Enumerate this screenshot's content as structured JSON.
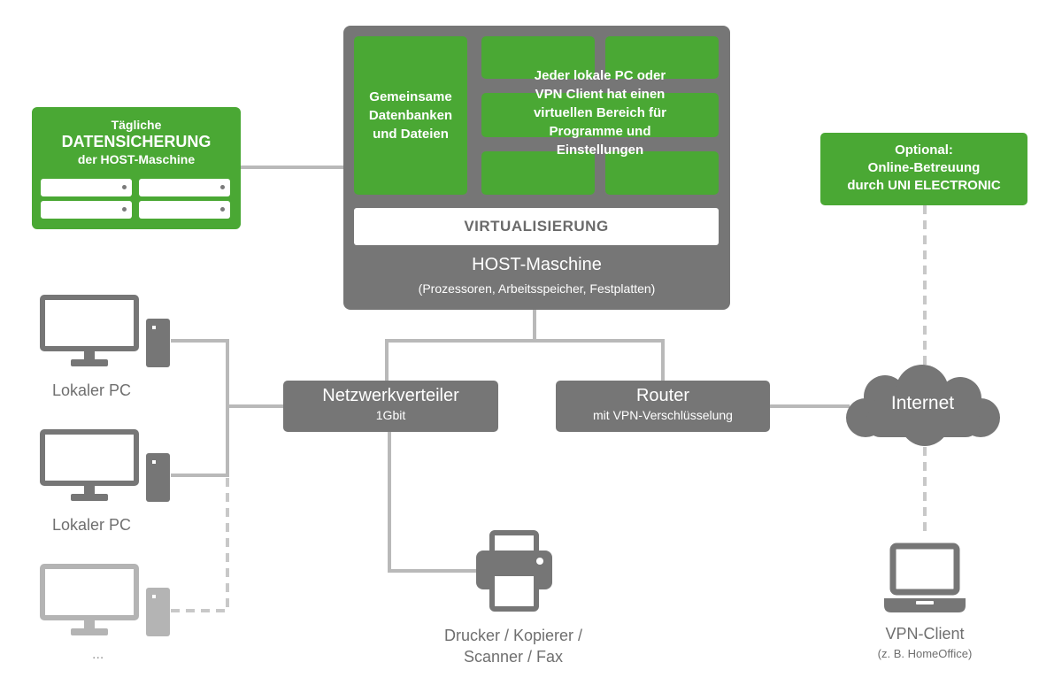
{
  "backup": {
    "line1": "Tägliche",
    "line2": "DATENSICHERUNG",
    "line3": "der HOST-Maschine"
  },
  "host": {
    "shared_text": [
      "Gemeinsame",
      "Datenbanken",
      "und Dateien"
    ],
    "virtual_text": [
      "Jeder lokale PC oder",
      "VPN Client hat einen",
      "virtuellen Bereich für",
      "Programme und",
      "Einstellungen"
    ],
    "virtualization_label": "VIRTUALISIERUNG",
    "title": "HOST-Maschine",
    "subtitle": "(Prozessoren, Arbeitsspeicher, Festplatten)"
  },
  "optional": {
    "line1": "Optional:",
    "line2": "Online-Betreuung",
    "line3": "durch UNI ELECTRONIC"
  },
  "switch": {
    "title": "Netzwerkverteiler",
    "subtitle": "1Gbit"
  },
  "router": {
    "title": "Router",
    "subtitle": "mit VPN-Verschlüsselung"
  },
  "internet": {
    "label": "Internet"
  },
  "pcs": [
    {
      "label": "Lokaler PC"
    },
    {
      "label": "Lokaler PC"
    },
    {
      "label": "..."
    }
  ],
  "printer": {
    "line1": "Drucker / Kopierer /",
    "line2": "Scanner / Fax"
  },
  "vpn_client": {
    "title": "VPN-Client",
    "subtitle": "(z. B. HomeOffice)"
  },
  "colors": {
    "green": "#4aa834",
    "grey": "#767676",
    "line": "#b9b9b9",
    "dashed": "#c8c8c8"
  }
}
